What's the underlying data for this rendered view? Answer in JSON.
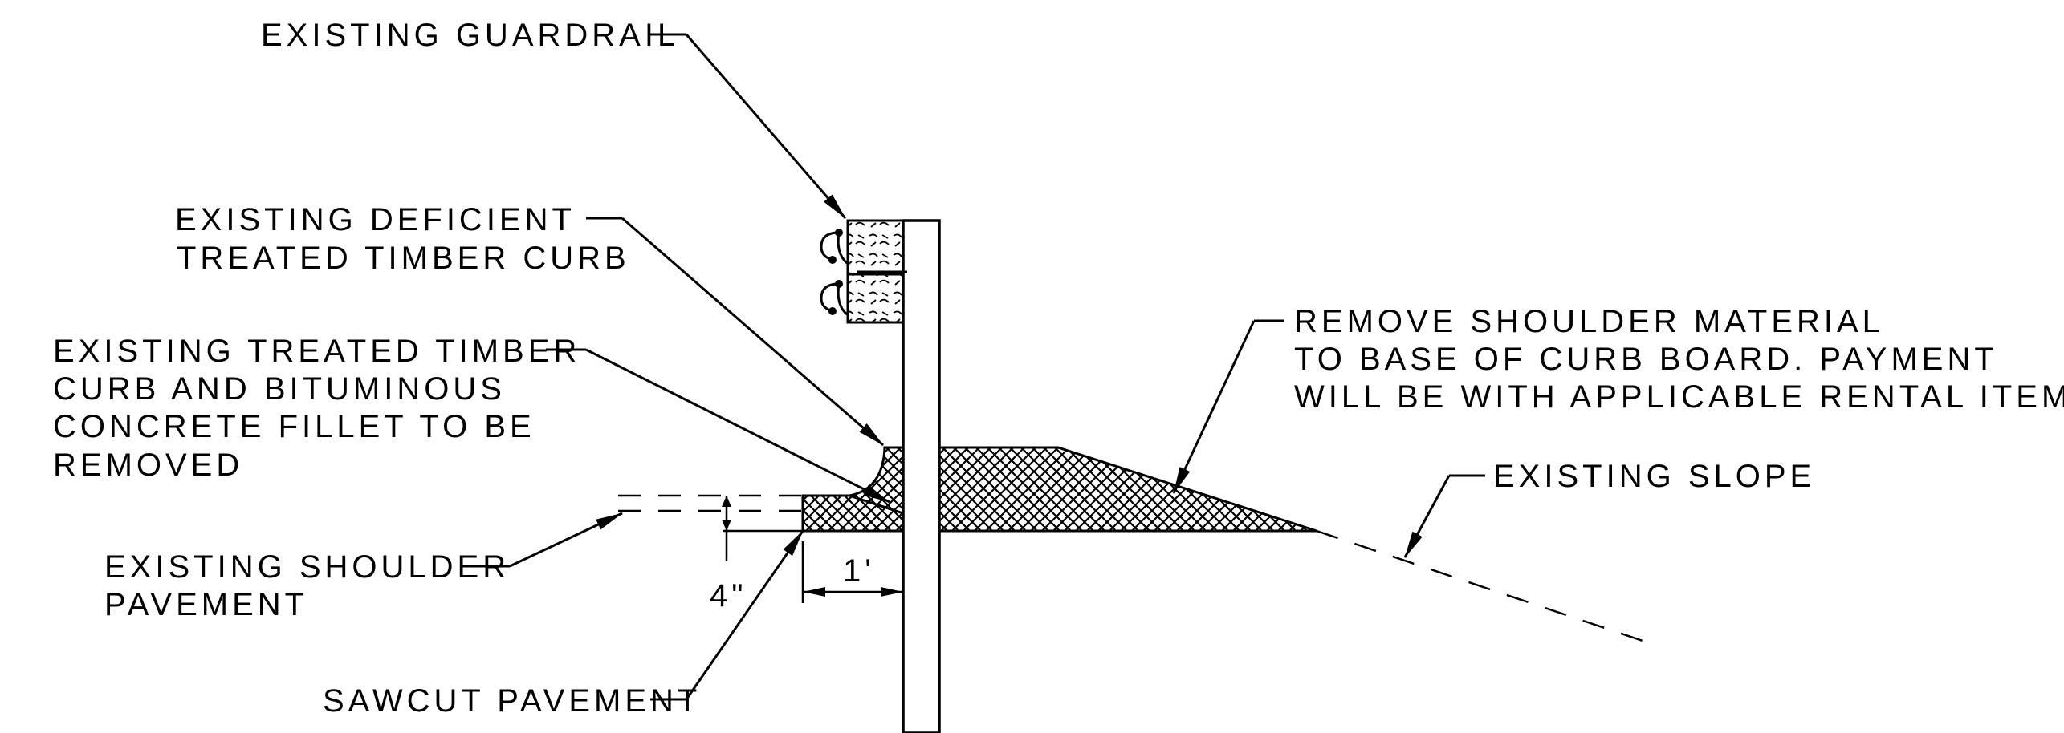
{
  "labels": {
    "existing_guardrail": "EXISTING GUARDRAIL",
    "deficient_curb": [
      "EXISTING DEFICIENT",
      "TREATED TIMBER CURB"
    ],
    "timber_curb_removed": [
      "EXISTING TREATED TIMBER",
      "CURB AND BITUMINOUS",
      "CONCRETE FILLET TO BE",
      "REMOVED"
    ],
    "remove_shoulder": [
      "REMOVE SHOULDER MATERIAL",
      "TO BASE OF CURB BOARD.  PAYMENT",
      "WILL BE WITH APPLICABLE RENTAL ITEMS"
    ],
    "existing_slope": "EXISTING SLOPE",
    "shoulder_pavement": [
      "EXISTING SHOULDER",
      "PAVEMENT"
    ],
    "sawcut_pavement": "SAWCUT PAVEMENT"
  },
  "dimensions": {
    "pavement_depth": "4\"",
    "offset_from_post": "1'"
  }
}
